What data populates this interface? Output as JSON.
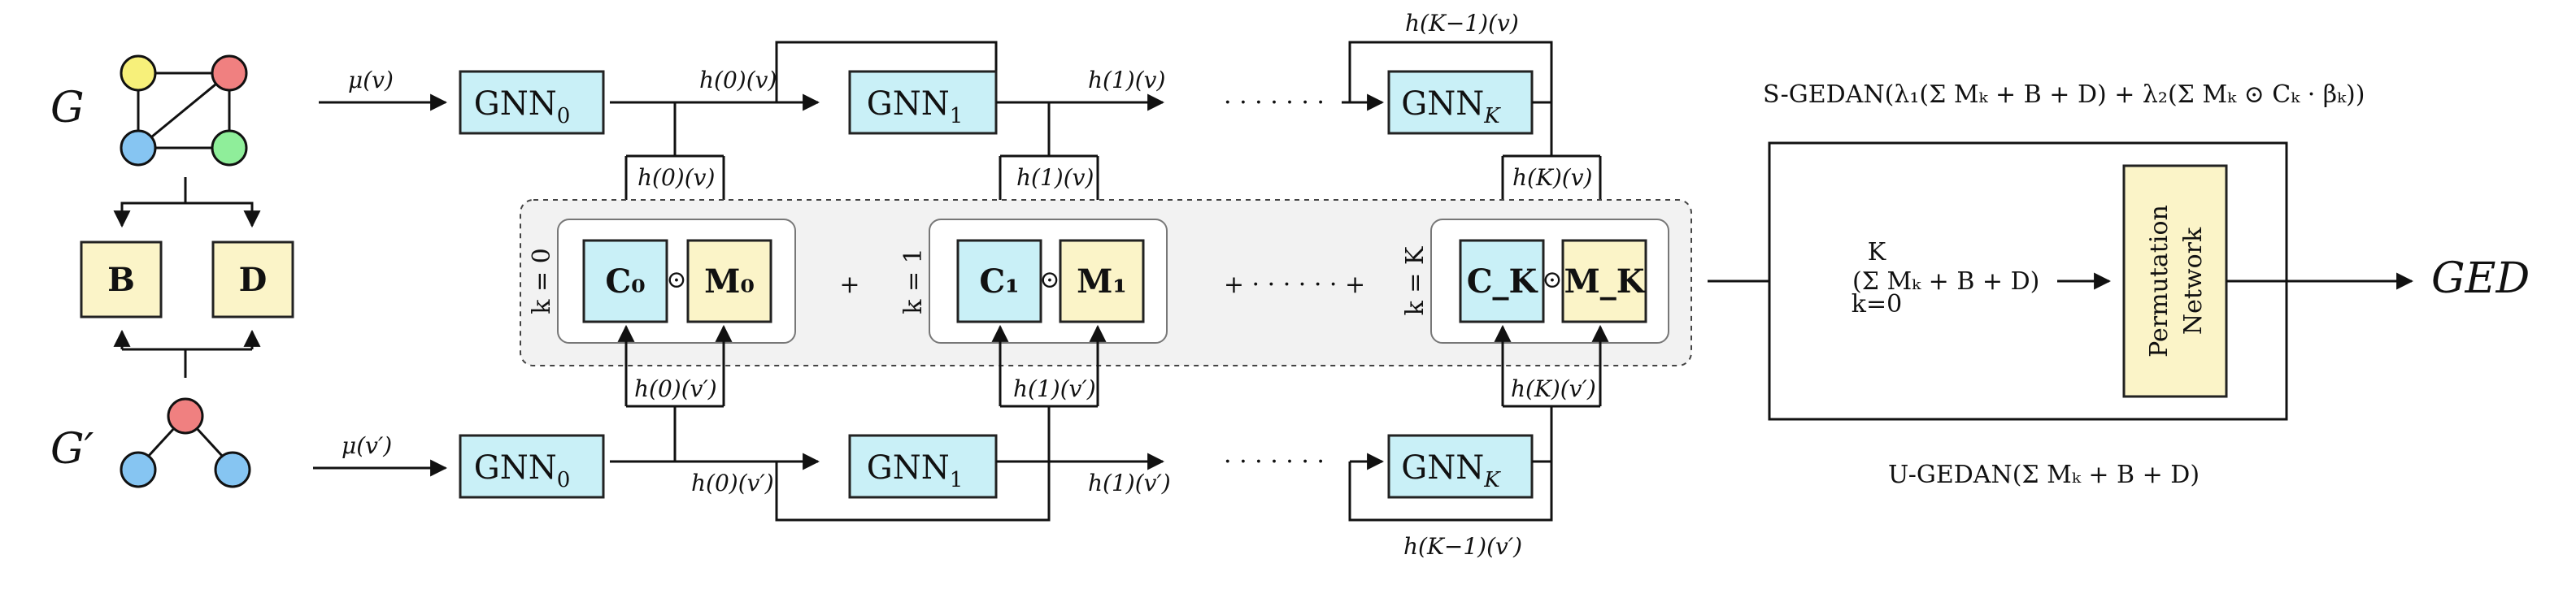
{
  "graph_top": {
    "label": "G"
  },
  "graph_bottom": {
    "label": "G′"
  },
  "matrices": {
    "b": "B",
    "d": "D"
  },
  "input_labels": {
    "top": "μ(v)",
    "bottom": "μ(v′)"
  },
  "gnn": {
    "g0": "GNN",
    "g0_sub": "0",
    "g1": "GNN",
    "g1_sub": "1",
    "gk": "GNN",
    "gk_sub": "K"
  },
  "edge_labels": {
    "h0v": "h(0)(v)",
    "h1v": "h(1)(v)",
    "hKm1v": "h(K−1)(v)",
    "h0vp": "h(0)(v′)",
    "h1vp": "h(1)(v′)",
    "hKm1vp": "h(K−1)(v′)",
    "hKv": "h(K)(v)",
    "hKvp": "h(K)(v′)"
  },
  "dots": "· · · · · · ·",
  "cm_blocks": [
    {
      "k": "k = 0",
      "c": "C₀",
      "m": "M₀"
    },
    {
      "k": "k = 1",
      "c": "C₁",
      "m": "M₁"
    },
    {
      "k": "k = K",
      "c": "C_K",
      "m": "M_K"
    }
  ],
  "operators": {
    "odot": "⊙",
    "plus": "+",
    "plus_dots": "+ · · · · · · +"
  },
  "sum_expr": "(Σ Mₖ + B + D)",
  "sum_limits": {
    "upper": "K",
    "lower": "k=0"
  },
  "perm_network": {
    "line1": "Permutation",
    "line2": "Network"
  },
  "output": "GED",
  "s_gedan": "S-GEDAN(λ₁(Σ Mₖ + B + D) + λ₂(Σ Mₖ ⊙ Cₖ · βₖ))",
  "u_gedan": "U-GEDAN(Σ Mₖ + B + D)",
  "colors": {
    "yellow_node": "#f7f07a",
    "red_node": "#f08080",
    "blue_node": "#86c5f2",
    "green_node": "#8fee9a"
  }
}
